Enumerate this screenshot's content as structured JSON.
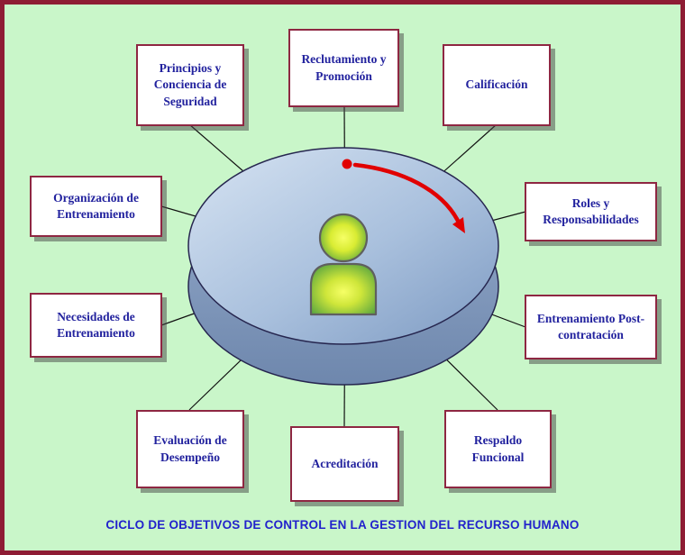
{
  "title": "CICLO DE OBJETIVOS DE CONTROL EN LA GESTION DEL RECURSO HUMANO",
  "center": {
    "icon": "person-icon",
    "arrow_icon": "cycle-arrow-icon"
  },
  "nodes": [
    {
      "label": "Principios y Conciencia de Seguridad"
    },
    {
      "label": "Reclutamiento y Promoción"
    },
    {
      "label": "Calificación"
    },
    {
      "label": "Organización de Entrenamiento"
    },
    {
      "label": "Roles y Responsabilidades"
    },
    {
      "label": "Necesidades de Entrenamiento"
    },
    {
      "label": "Entrenamiento Post-contratación"
    },
    {
      "label": "Evaluación de Desempeño"
    },
    {
      "label": "Acreditación"
    },
    {
      "label": "Respaldo Funcional"
    }
  ],
  "colors": {
    "background": "#c9f6c9",
    "frame_border": "#8e1c34",
    "node_border": "#8e2742",
    "node_text": "#22229e",
    "caption_text": "#2222cc",
    "disk_blue": "#9cb5d6",
    "arrow_red": "#e10000",
    "person_green": "#4f9f40",
    "person_yellow": "#f6ff66"
  }
}
